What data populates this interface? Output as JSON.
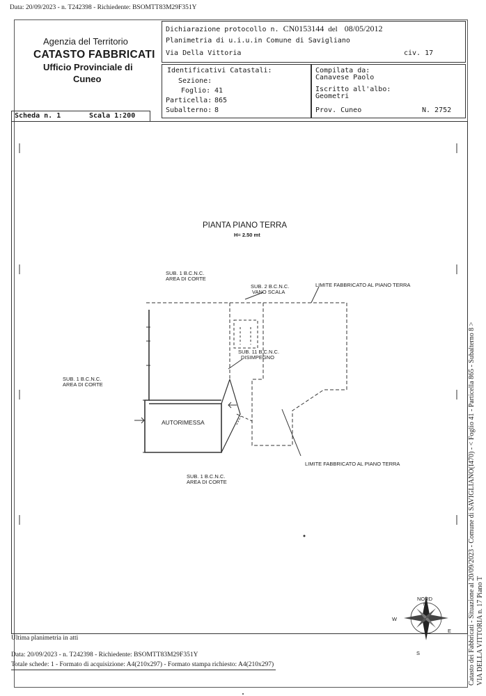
{
  "top_stamp": "Data: 20/09/2023 - n. T242398 - Richiedente: BSOMTT83M29F351Y",
  "agency": {
    "name": "Agenzia del Territorio",
    "dept": "CATASTO FABBRICATI",
    "office_line1": "Ufficio Provinciale di",
    "office_line2": "Cuneo"
  },
  "header": {
    "protocol_label": "Dichiarazione protocollo n.",
    "protocol_number": "CN0153144",
    "protocol_date_label": "del",
    "protocol_date": "08/05/2012",
    "plan_line": "Planimetria di u.i.u.in Comune di Savigliano",
    "address": "Via Della Vittoria",
    "civic": "civ. 17"
  },
  "ids": {
    "title": "Identificativi Catastali:",
    "sezione_label": "Sezione:",
    "sezione_value": "",
    "foglio_label": "Foglio:",
    "foglio_value": "41",
    "particella_label": "Particella:",
    "particella_value": "865",
    "subalterno_label": "Subalterno:",
    "subalterno_value": "8"
  },
  "compiler": {
    "title": "Compilata da:",
    "name": "Canavese Paolo",
    "albo_label": "Iscritto all'albo:",
    "albo_value": "Geometri",
    "prov_label": "Prov. Cuneo",
    "number_label": "N. 2752"
  },
  "sheet": {
    "scheda": "Scheda n. 1",
    "scala": "Scala 1:200"
  },
  "plan": {
    "title": "PIANTA PIANO TERRA",
    "height": "H= 2.50 mt",
    "labels": {
      "sub1_top_a": "SUB. 1 B.C.N.C.",
      "sub1_top_b": "AREA DI CORTE",
      "sub2_a": "SUB. 2 B.C.N.C.",
      "sub2_b": "VANO SCALA",
      "limite_top": "LIMITE FABBRICATO AL PIANO TERRA",
      "sub11_a": "SUB. 11 B.C.N.C.",
      "sub11_b": "DISIMPEGNO",
      "sub1_left_a": "SUB. 1 B.C.N.C.",
      "sub1_left_b": "AREA DI CORTE",
      "autorimessa": "AUTORIMESSA",
      "limite_bottom": "LIMITE FABBRICATO AL PIANO TERRA",
      "sub1_bottom_a": "SUB. 1 B.C.N.C.",
      "sub1_bottom_b": "AREA DI CORTE"
    }
  },
  "compass": {
    "nord": "NORD",
    "n": "N",
    "w": "W",
    "e": "E",
    "s": "S"
  },
  "footer": {
    "ultima": "Ultima planimetria in atti",
    "stamp": "Data: 20/09/2023 - n. T242398 - Richiedente: BSOMTT83M29F351Y",
    "totale": "Totale schede: 1 - Formato di acquisizione: A4(210x297)  - Formato stampa richiesto: A4(210x297)"
  },
  "side": {
    "line1": "Catasto dei Fabbricati - Situazione al 20/09/2023 - Comune di SAVIGLIANO(I470) - < Foglio 41 - Particella 865 - Subalterno 8 >",
    "line2": "VIA DELLA VITTORIA n. 17 Piano T"
  }
}
